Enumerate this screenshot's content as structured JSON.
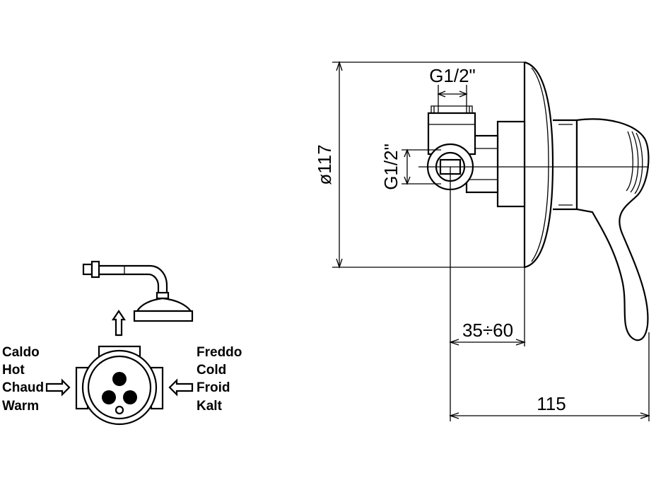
{
  "dimensions": {
    "diameter": "ø117",
    "thread_top": "G1/2\"",
    "thread_side": "G1/2\"",
    "depth_range": "35÷60",
    "total_length": "115"
  },
  "legend": {
    "hot": [
      "Caldo",
      "Hot",
      "Chaud",
      "Warm"
    ],
    "cold": [
      "Freddo",
      "Cold",
      "Froid",
      "Kalt"
    ]
  }
}
